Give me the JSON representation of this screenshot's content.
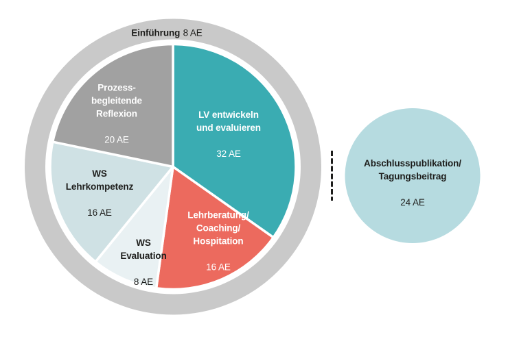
{
  "colors": {
    "teal": "#3AACB2",
    "salmon": "#EC6A5E",
    "pale_blue": "#E9F1F3",
    "light_blue": "#CFE1E4",
    "slice_gray": "#A1A1A1",
    "ring_gray": "#C9C9C9",
    "circle_blue": "#B6DBE0",
    "text_dark": "#1D1D1B",
    "text_light": "#FFFFFF"
  },
  "ring": {
    "label": "Einführung",
    "value_text": "8 AE"
  },
  "slices": {
    "lv": {
      "label": "LV entwickeln\nund evaluieren",
      "value_text": "32 AE"
    },
    "lehrberatung": {
      "label": "Lehrberatung/\nCoaching/\nHospitation",
      "value_text": "16 AE"
    },
    "ws_evaluation": {
      "label": "WS\nEvaluation",
      "value_text": "8 AE"
    },
    "ws_lehrkompetenz": {
      "label": "WS\nLehrkompetenz",
      "value_text": "16 AE"
    },
    "prozess": {
      "label": "Prozess-\nbegleitende\nReflexion",
      "value_text": "20 AE"
    }
  },
  "side_circle": {
    "label": "Abschlusspublikation/\nTagungsbeitrag",
    "value_text": "24 AE"
  },
  "chart_data": {
    "type": "pie",
    "title": "",
    "unit": "AE",
    "direction": "clockwise",
    "start_angle_deg": 0,
    "inner_total": 92,
    "slices": [
      {
        "id": "lv-entwickeln-und-evaluieren",
        "label": "LV entwickeln und evaluieren",
        "value": 32,
        "color": "#3AACB2",
        "text_color": "#FFFFFF"
      },
      {
        "id": "lehrberatung-coaching-hospitation",
        "label": "Lehrberatung/Coaching/Hospitation",
        "value": 16,
        "color": "#EC6A5E",
        "text_color": "#FFFFFF"
      },
      {
        "id": "ws-evaluation",
        "label": "WS Evaluation",
        "value": 8,
        "color": "#E9F1F3",
        "text_color": "#1D1D1B"
      },
      {
        "id": "ws-lehrkompetenz",
        "label": "WS Lehrkompetenz",
        "value": 16,
        "color": "#CFE1E4",
        "text_color": "#1D1D1B"
      },
      {
        "id": "prozessbegleitende-reflexion",
        "label": "Prozessbegleitende Reflexion",
        "value": 20,
        "color": "#A1A1A1",
        "text_color": "#FFFFFF"
      }
    ],
    "outer_ring": {
      "label": "Einführung",
      "value": 8,
      "color": "#C9C9C9"
    },
    "detached_circle": {
      "label": "Abschlusspublikation/Tagungsbeitrag",
      "value": 24,
      "color": "#B6DBE0"
    },
    "geometry_hint": {
      "pie_center": [
        252,
        243.5
      ],
      "pie_radius": 179,
      "ring_outer_radius": 216,
      "ring_inner_radius": 186,
      "side_circle_center": [
        601,
        256.5
      ],
      "side_circle_radius": 98.5
    }
  }
}
